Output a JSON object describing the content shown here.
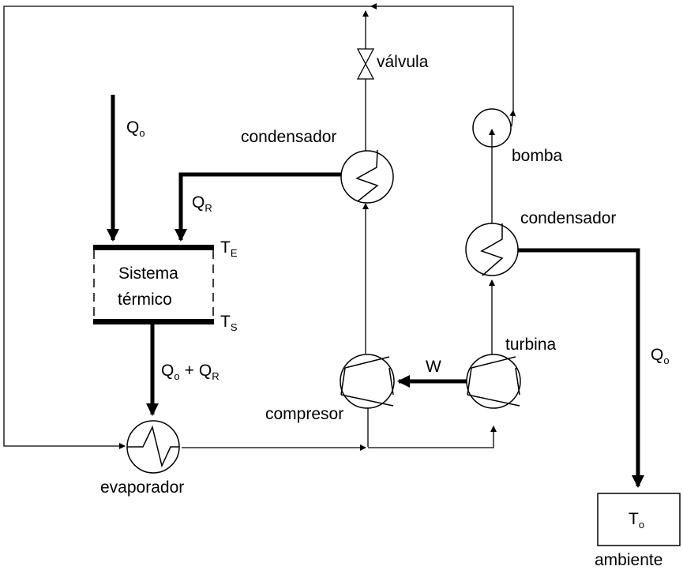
{
  "labels": {
    "valve": "válvula",
    "condenser_top": "condensador",
    "pump": "bomba",
    "condenser_right": "condensador",
    "turbine": "turbina",
    "compressor": "compresor",
    "evaporator": "evaporador",
    "system_line1": "Sistema",
    "system_line2": "térmico",
    "work": "W",
    "ambient": "ambiente",
    "plus": "+"
  },
  "symbols": {
    "q_base": "Q",
    "sub_o": "o",
    "sub_r": "R",
    "t_base": "T",
    "sub_e": "E",
    "sub_s": "S"
  },
  "colors": {
    "line": "#000000",
    "background": "#ffffff"
  }
}
